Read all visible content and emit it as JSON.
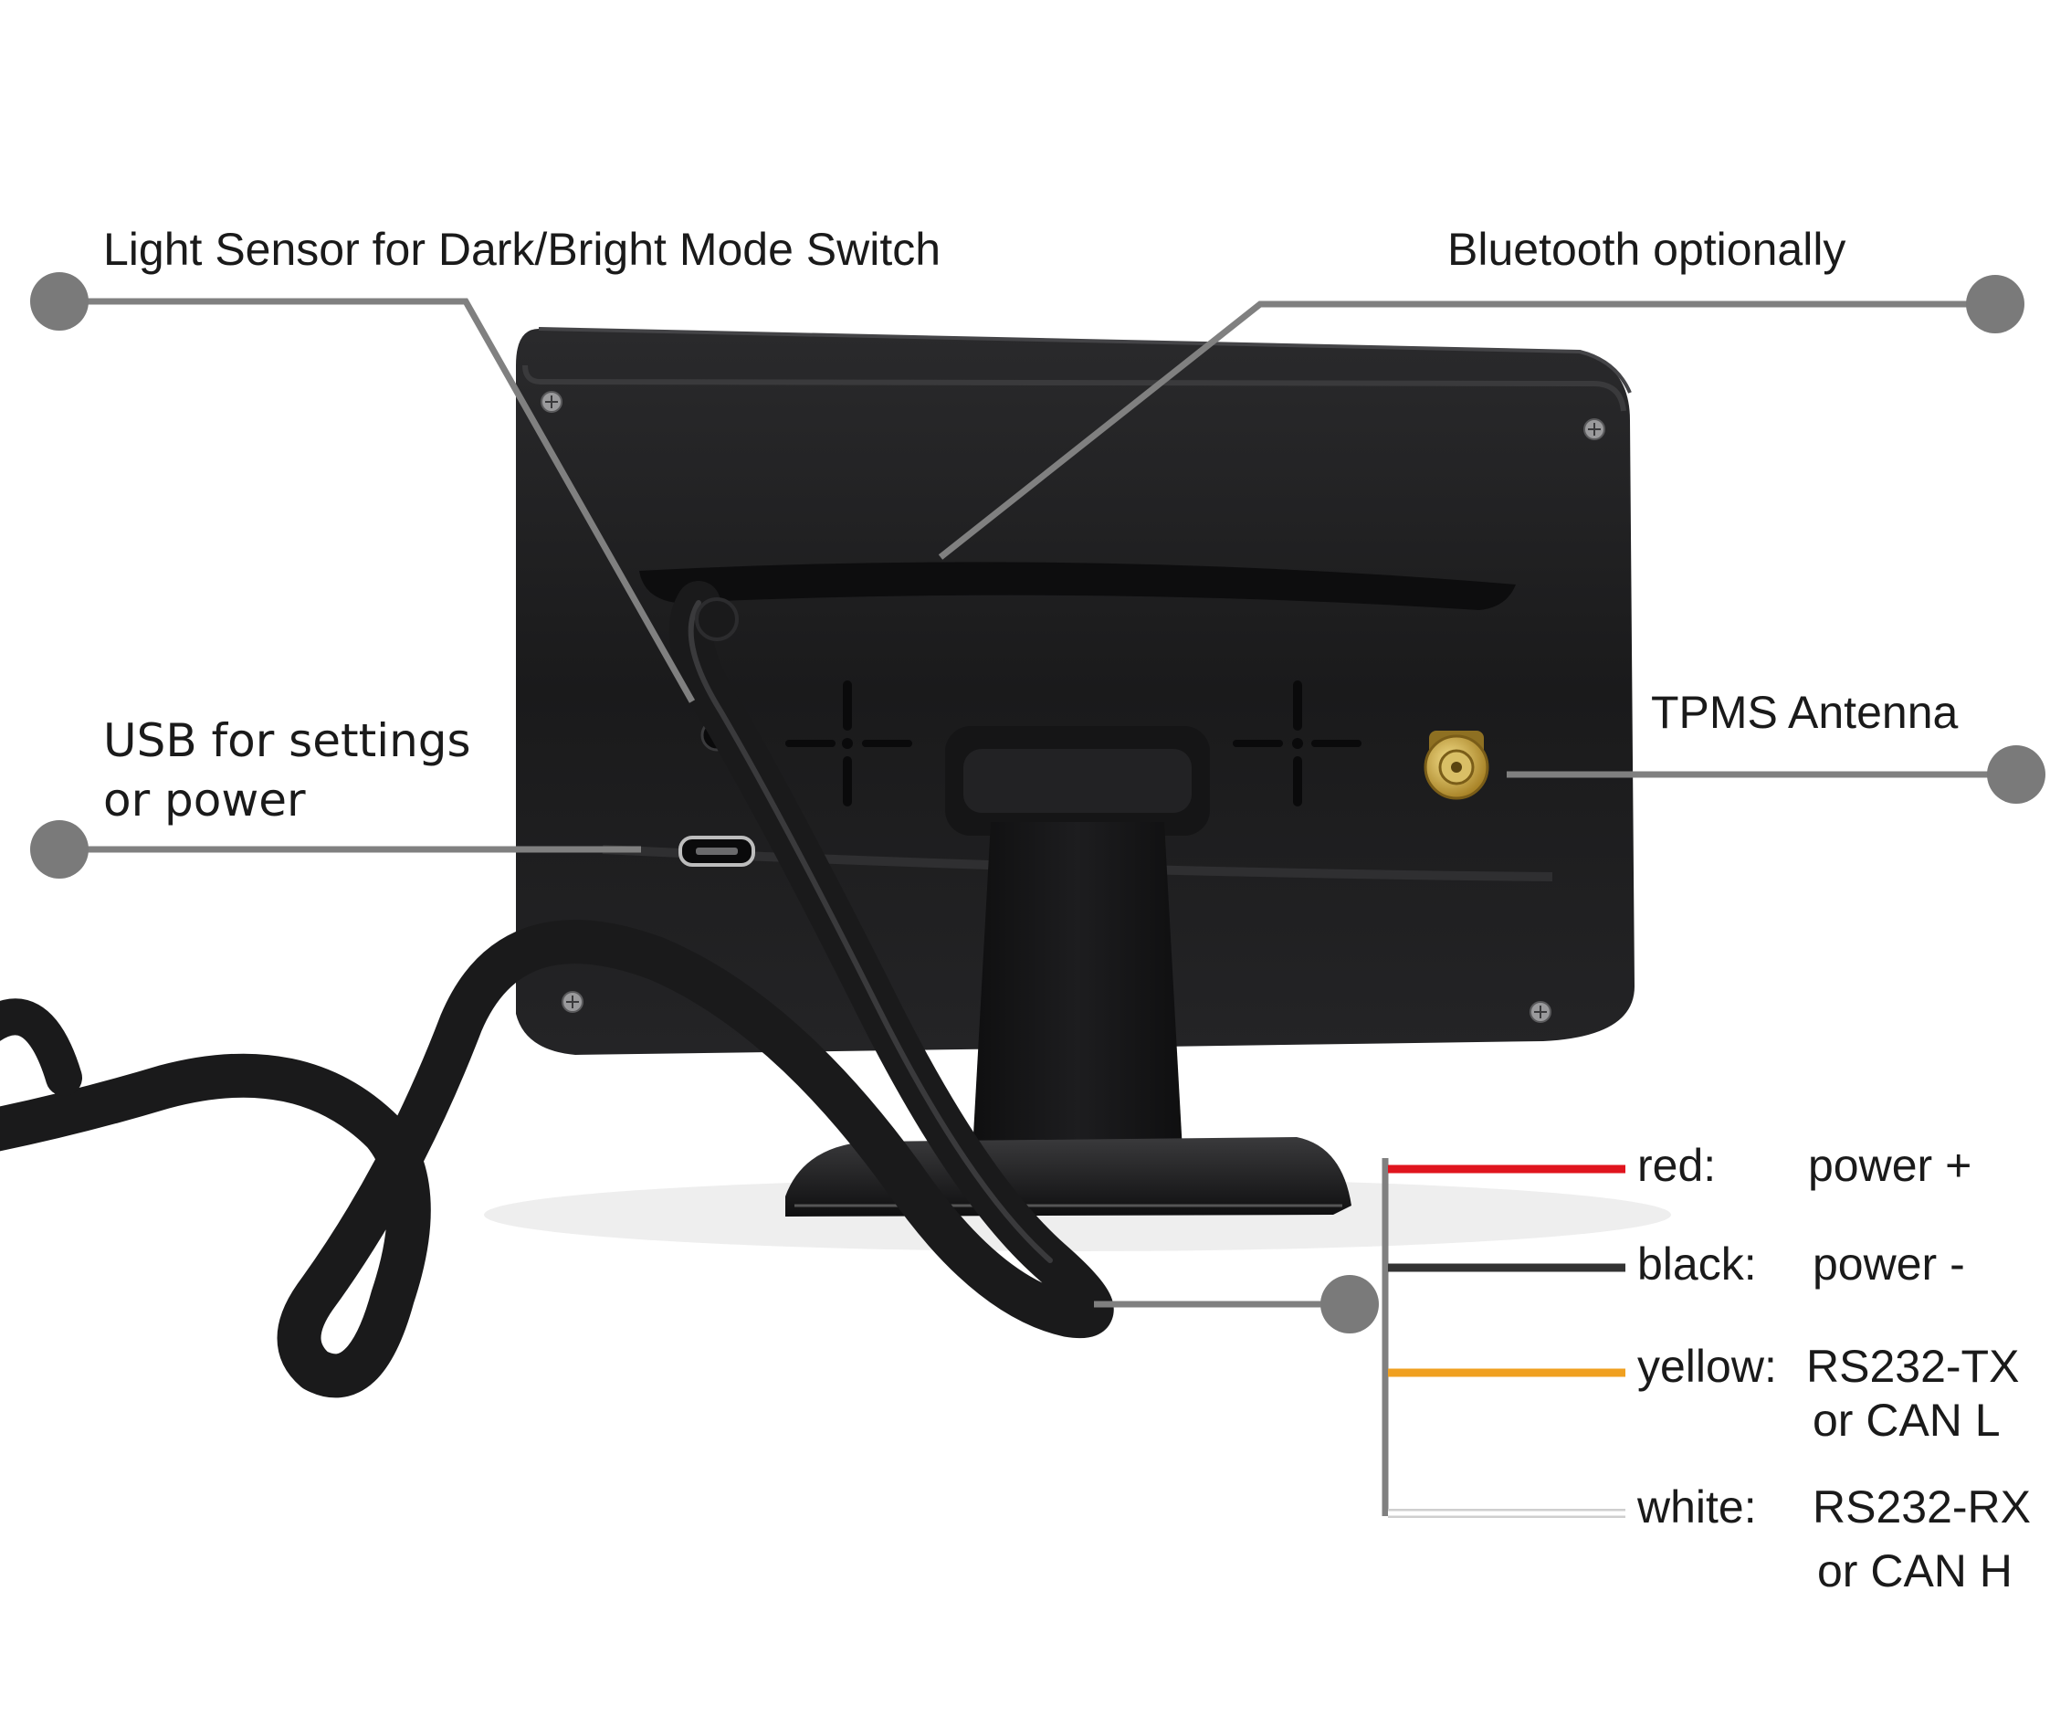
{
  "callouts": {
    "light_sensor": "Light Sensor for Dark/Bright Mode Switch",
    "bluetooth": "Bluetooth optionally",
    "usb_line1": "USB for settings",
    "usb_line2": "or power",
    "tpms": "TPMS Antenna"
  },
  "wires": [
    {
      "color_name": "red:",
      "function": "power +",
      "function2": "",
      "color": "#e0141e"
    },
    {
      "color_name": "black:",
      "function": "power -",
      "function2": "",
      "color": "#333333"
    },
    {
      "color_name": "yellow:",
      "function": "RS232-TX",
      "function2": "or CAN L",
      "color": "#f0a020"
    },
    {
      "color_name": "white:",
      "function": "RS232-RX",
      "function2": "or CAN H",
      "color": "#ffffff"
    }
  ],
  "colors": {
    "leader": "#808080",
    "dot": "#7a7a7a",
    "device": "#1c1c1e",
    "cable": "#222222",
    "antenna": "#c9a640"
  },
  "icons": [
    "screw-icon",
    "usb-port-icon",
    "light-sensor-icon",
    "antenna-connector-icon"
  ]
}
